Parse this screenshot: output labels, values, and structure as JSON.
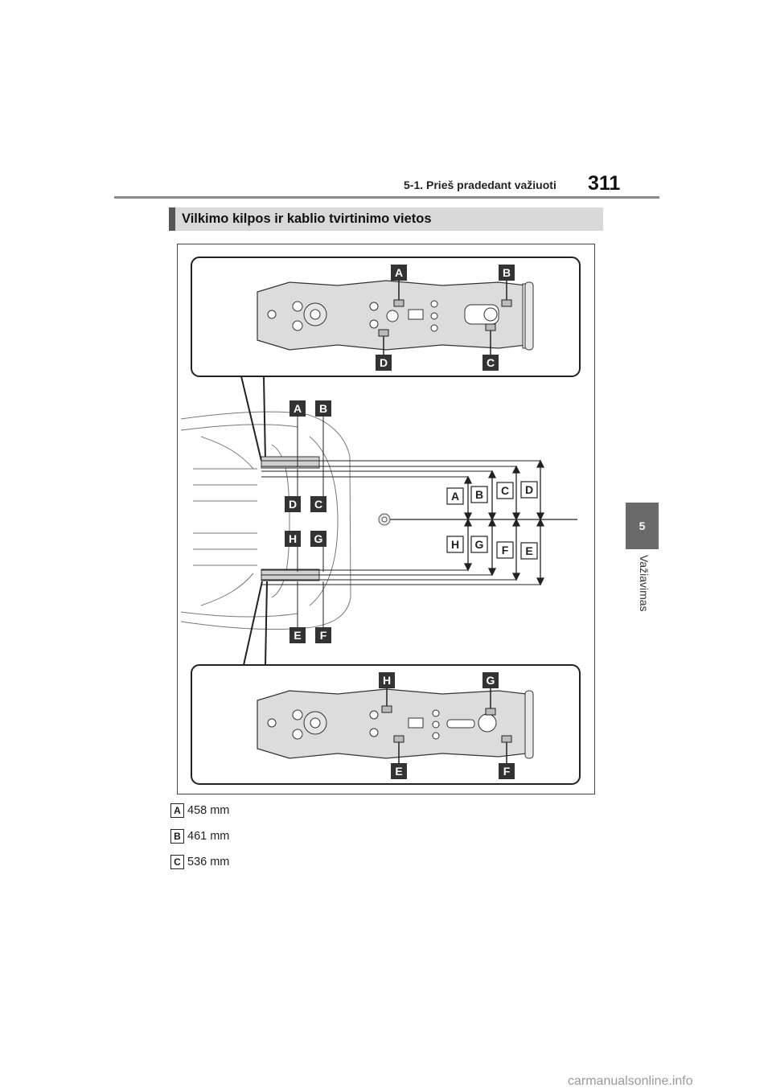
{
  "header": {
    "section": "5-1. Prieš pradedant važiuoti",
    "page_number": "311"
  },
  "side_tab": {
    "number": "5",
    "label": "Važiavimas"
  },
  "banner": {
    "title": "Vilkimo kilpos ir kablio tvirtinimo vietos"
  },
  "figure": {
    "top_callouts": [
      "A",
      "B",
      "C",
      "D"
    ],
    "car_callouts": [
      "A",
      "B",
      "C",
      "D",
      "H",
      "G",
      "E",
      "F"
    ],
    "dimension_labels": [
      "A",
      "B",
      "C",
      "D",
      "H",
      "G",
      "F",
      "E"
    ],
    "bottom_callouts": [
      "H",
      "G",
      "E",
      "F"
    ]
  },
  "legend": [
    {
      "key": "A",
      "value": "458 mm"
    },
    {
      "key": "B",
      "value": "461 mm"
    },
    {
      "key": "C",
      "value": "536 mm"
    }
  ],
  "watermark": "carmanualsonline.info"
}
